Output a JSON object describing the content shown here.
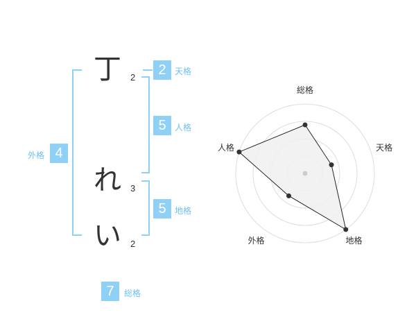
{
  "characters": [
    {
      "char": "丁",
      "strokes": "2"
    },
    {
      "char": "れ",
      "strokes": "3"
    },
    {
      "char": "い",
      "strokes": "2"
    }
  ],
  "kakusu": {
    "tenkaku": {
      "value": "2",
      "label": "天格"
    },
    "jinkaku": {
      "value": "5",
      "label": "人格"
    },
    "chikaku": {
      "value": "5",
      "label": "地格"
    },
    "gaikaku": {
      "value": "4",
      "label": "外格"
    },
    "soukaku": {
      "value": "7",
      "label": "総格"
    }
  },
  "chart_data": {
    "type": "radar",
    "axes": [
      "総格",
      "天格",
      "地格",
      "外格",
      "人格"
    ],
    "values": [
      7,
      2,
      5,
      4,
      5
    ],
    "max_values": [
      10,
      5,
      5,
      10,
      5
    ],
    "rings": 4,
    "colors": {
      "fill": "#f0f0f0",
      "stroke": "#222222",
      "grid": "#dddddd",
      "center": "#cccccc"
    }
  }
}
